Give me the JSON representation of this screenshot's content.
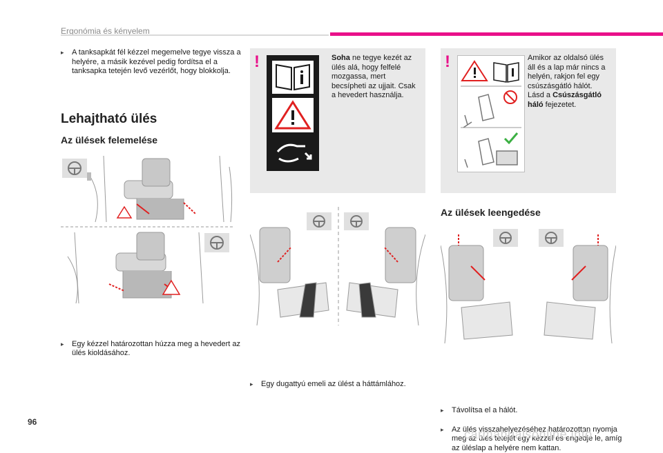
{
  "header": {
    "section": "Ergonómia és kényelem"
  },
  "col1": {
    "intro_bullet": "A tanksapkát fél kézzel megemelve tegye vissza a helyére, a másik kezével pedig fordítsa el a tanksapka tetején levő vezérlőt, hogy blokkolja.",
    "title": "Lehajtható ülés",
    "subtitle": "Az ülések felemelése",
    "bottom_bullet": "Egy kézzel határozottan húzza meg a hevedert az ülés kioldásához."
  },
  "col2": {
    "warning": {
      "bang": "!",
      "bold": "Soha",
      "text": " ne tegye kezét az ülés alá, hogy felfelé mozgassa, mert becsípheti az ujjait. Csak a hevedert használja."
    },
    "bottom_bullet": "Egy dugattyú emeli az ülést a háttámlához."
  },
  "col3": {
    "warning": {
      "bang": "!",
      "text1": "Amikor az oldalsó ülés áll és a lap már nincs a helyén, rakjon fel egy csúszásgátló hálót.",
      "text2": "Lásd a ",
      "bold": "Csúszásgátló háló",
      "text3": " fejezetet."
    },
    "subtitle": "Az ülések leengedése",
    "bullets": [
      "Távolítsa el a hálót.",
      "Az ülés visszahelyezéséhez határozottan nyomja meg az ülés tetejét egy kézzel és engedje le, amíg az üléslap a helyére nem kattan."
    ]
  },
  "footer": {
    "page_number": "96",
    "watermark": "carmanualsonline.info"
  },
  "colors": {
    "accent": "#e9108a",
    "arrow": "#e02020",
    "warn_bg": "#e9e9e9"
  },
  "icons": [
    "manual-book-icon",
    "warning-triangle-icon",
    "hand-pinch-icon",
    "no-sign-icon",
    "check-icon",
    "steering-wheel-icon"
  ]
}
